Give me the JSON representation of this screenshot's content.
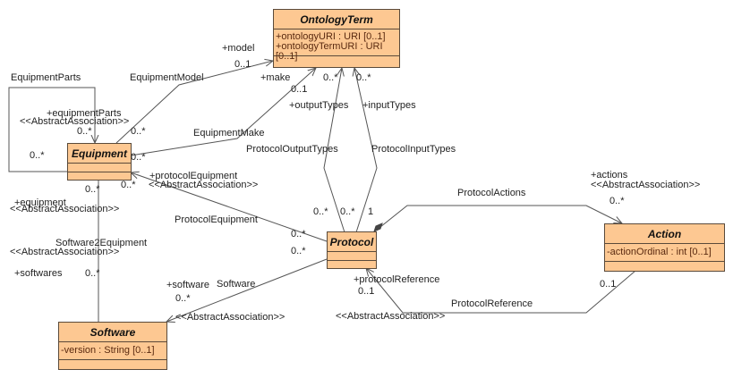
{
  "classes": {
    "ontology_term": {
      "name": "OntologyTerm",
      "attributes": [
        "+ontologyURI : URI [0..1]",
        "+ontologyTermURI : URI [0..1]"
      ]
    },
    "equipment": {
      "name": "Equipment",
      "attributes": []
    },
    "protocol": {
      "name": "Protocol",
      "attributes": []
    },
    "action": {
      "name": "Action",
      "attributes": [
        "-actionOrdinal : int [0..1]"
      ]
    },
    "software": {
      "name": "Software",
      "attributes": [
        "-version : String [0..1]"
      ]
    }
  },
  "associations": {
    "equipment_parts": {
      "name": "EquipmentParts",
      "role": "+equipmentParts",
      "stereotype": "<<AbstractAssociation>>",
      "mult_target": "0..*",
      "mult_source": "0..*"
    },
    "equipment_model": {
      "name": "EquipmentModel",
      "role": "+model",
      "mult_target": "0..1",
      "mult_source": "0..*"
    },
    "equipment_make": {
      "name": "EquipmentMake",
      "role": "+make",
      "mult_target": "0..1",
      "mult_source": "0..*"
    },
    "protocol_output_types": {
      "name": "ProtocolOutputTypes",
      "role": "+outputTypes",
      "mult_target": "0..*",
      "mult_source": "0..*"
    },
    "protocol_input_types": {
      "name": "ProtocolInputTypes",
      "role": "+inputTypes",
      "mult_target": "0..*",
      "mult_source": "0..*"
    },
    "protocol_equipment": {
      "name": "ProtocolEquipment",
      "role": "+protocolEquipment",
      "stereotype": "<<AbstractAssociation>>",
      "mult_target": "0..*",
      "mult_source": "0..*"
    },
    "software2equipment": {
      "name": "Software2Equipment",
      "role_equipment": "+equipment",
      "stereotype_equipment": "<<AbstractAssociation>>",
      "stereotype": "<<AbstractAssociation>>",
      "role_softwares": "+softwares",
      "mult_equipment": "0..*",
      "mult_softwares": "0..*"
    },
    "software": {
      "name": "Software",
      "role": "+software",
      "mult_target": "0..*",
      "mult_source": "0..*",
      "stereotype": "<<AbstractAssociation>>"
    },
    "protocol_actions": {
      "name": "ProtocolActions",
      "role": "+actions",
      "stereotype": "<<AbstractAssociation>>",
      "mult_target": "0..*",
      "mult_source": "1"
    },
    "protocol_reference": {
      "name": "ProtocolReference",
      "role": "+protocolReference",
      "stereotype": "<<AbstractAssociation>>",
      "mult_target": "0..1",
      "mult_source": "0..1"
    }
  },
  "colors": {
    "class_fill": "#fdc892",
    "class_border": "#5a4a3a",
    "line": "#555555"
  }
}
